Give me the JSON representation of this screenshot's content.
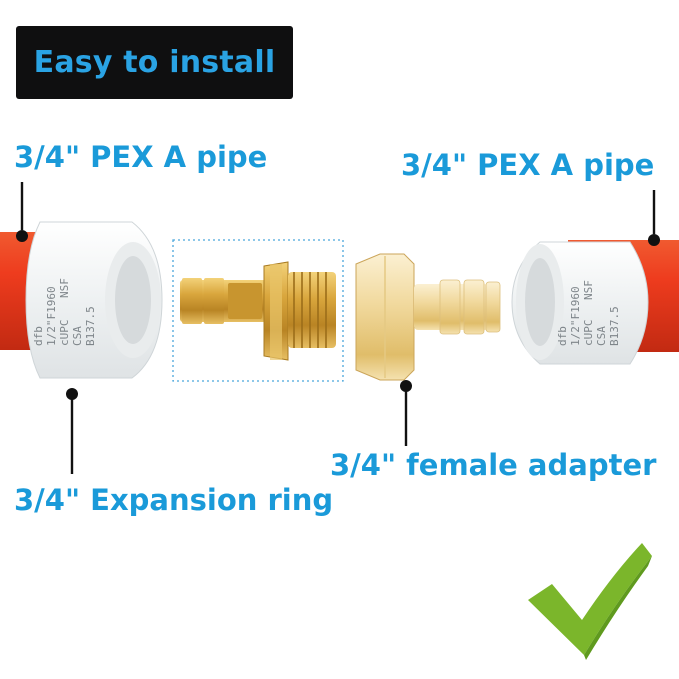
{
  "banner": {
    "text": "Easy to install"
  },
  "labels": {
    "pipe_left": "3/4\" PEX A pipe",
    "pipe_right": "3/4\" PEX A pipe",
    "female_adapter": "3/4\" female adapter",
    "expansion_ring": "3/4\" Expansion ring"
  },
  "ring_markings": {
    "left": [
      "dfb",
      "1/2\"F1960",
      "cUPC",
      "NSF",
      "CSA",
      "B137.5"
    ],
    "right": [
      "dfb",
      "1/2\"F1960",
      "cUPC",
      "NSF",
      "CSA",
      "B137.5"
    ]
  },
  "colors": {
    "pipe": "#e83a1c",
    "label_text": "#1a9ad9",
    "banner_bg": "#0f0f10",
    "banner_text": "#2aa3e4",
    "brass": "#d8a53a",
    "checkmark": "#7bb62b"
  }
}
